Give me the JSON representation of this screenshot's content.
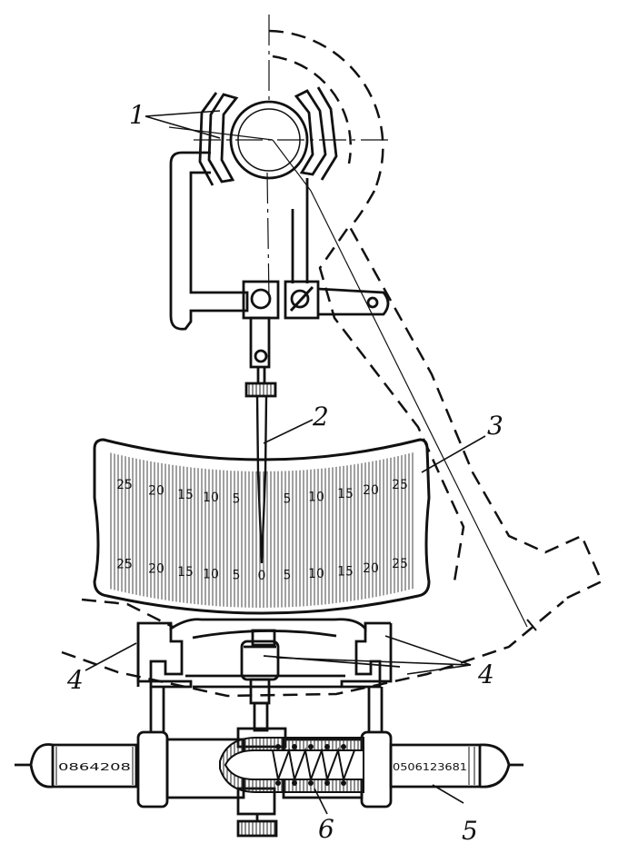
{
  "callouts": {
    "c1": "1",
    "c2": "2",
    "c3": "3",
    "c4_left": "4",
    "c4_right": "4",
    "c5": "5",
    "c6": "6"
  },
  "scale": {
    "upper_row": [
      "25",
      "20",
      "15",
      "10",
      "5",
      "5",
      "10",
      "15",
      "20",
      "25"
    ],
    "lower_row": [
      "25",
      "20",
      "15",
      "10",
      "5",
      "0",
      "5",
      "10",
      "15",
      "20",
      "25"
    ]
  },
  "micrometers": {
    "left_digits": "0864208",
    "right_digits": "0506123681"
  }
}
